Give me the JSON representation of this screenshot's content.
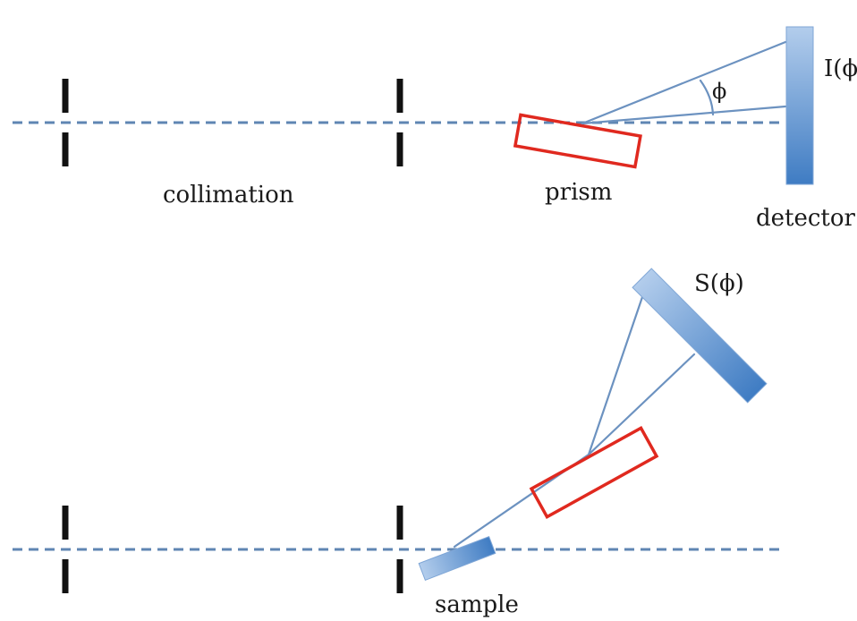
{
  "top_setup": {
    "collimation_label": "collimation",
    "prism_label": "prism",
    "detector_label": "detector",
    "angle_label": "ϕ",
    "intensity_label": "I(ϕ)"
  },
  "bottom_setup": {
    "signal_label": "S(ϕ)",
    "sample_label": "sample"
  },
  "colors": {
    "beam": "#5f86b3",
    "ray": "#6c92c0",
    "prism": "#e0291f",
    "slit": "#111111",
    "detector_light": "#a9c6e8",
    "detector_dark": "#3f7cc3"
  }
}
